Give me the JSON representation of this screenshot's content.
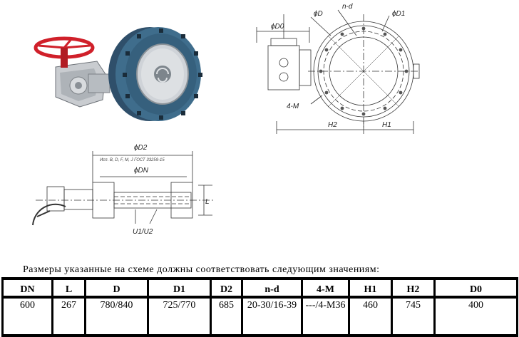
{
  "drawing": {
    "front_labels": {
      "d0": "ϕD0",
      "d": "ϕD",
      "nd": "n-d",
      "d1": "ϕD1",
      "m": "4-M",
      "h2": "H2",
      "h1": "H1"
    },
    "side_labels": {
      "d2": "ϕD2",
      "standard": "Исп. В, D, F, M, J ГОСТ 33259-15",
      "dn": "ϕDN",
      "u": "U1/U2",
      "l": "L"
    }
  },
  "caption": "Размеры указанные на схеме должны соответствовать следующим значениям:",
  "table": {
    "headers": [
      "DN",
      "L",
      "D",
      "D1",
      "D2",
      "n-d",
      "4-M",
      "H1",
      "H2",
      "D0"
    ],
    "values": [
      "600",
      "267",
      "780/840",
      "725/770",
      "685",
      "20-30/16-39",
      "---/4-M36",
      "460",
      "745",
      "400"
    ]
  }
}
